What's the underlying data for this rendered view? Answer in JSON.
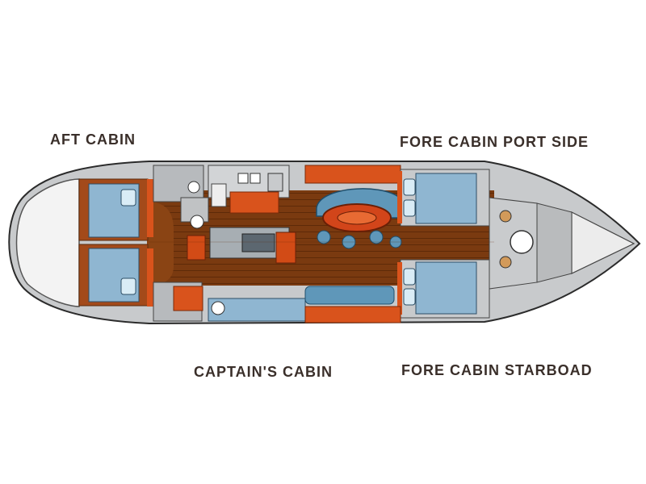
{
  "labels": {
    "aft_cabin": "AFT CABIN",
    "fore_cabin_port_side": "FORE CABIN PORT SIDE",
    "captains_cabin": "CAPTAIN'S CABIN",
    "fore_cabin_starboad": "FORE CABIN STARBOAD"
  },
  "colors": {
    "hull_outline": "#2b2b2b",
    "hull_grey": "#c8cacc",
    "wood_floor": "#7a3a10",
    "wood_light": "#a65a24",
    "orange_trim": "#d9531c",
    "berth_blue": "#8fb6d1",
    "settee_blue": "#5f97b9",
    "table_red": "#d2451a",
    "label_text": "#3a2f2a"
  }
}
